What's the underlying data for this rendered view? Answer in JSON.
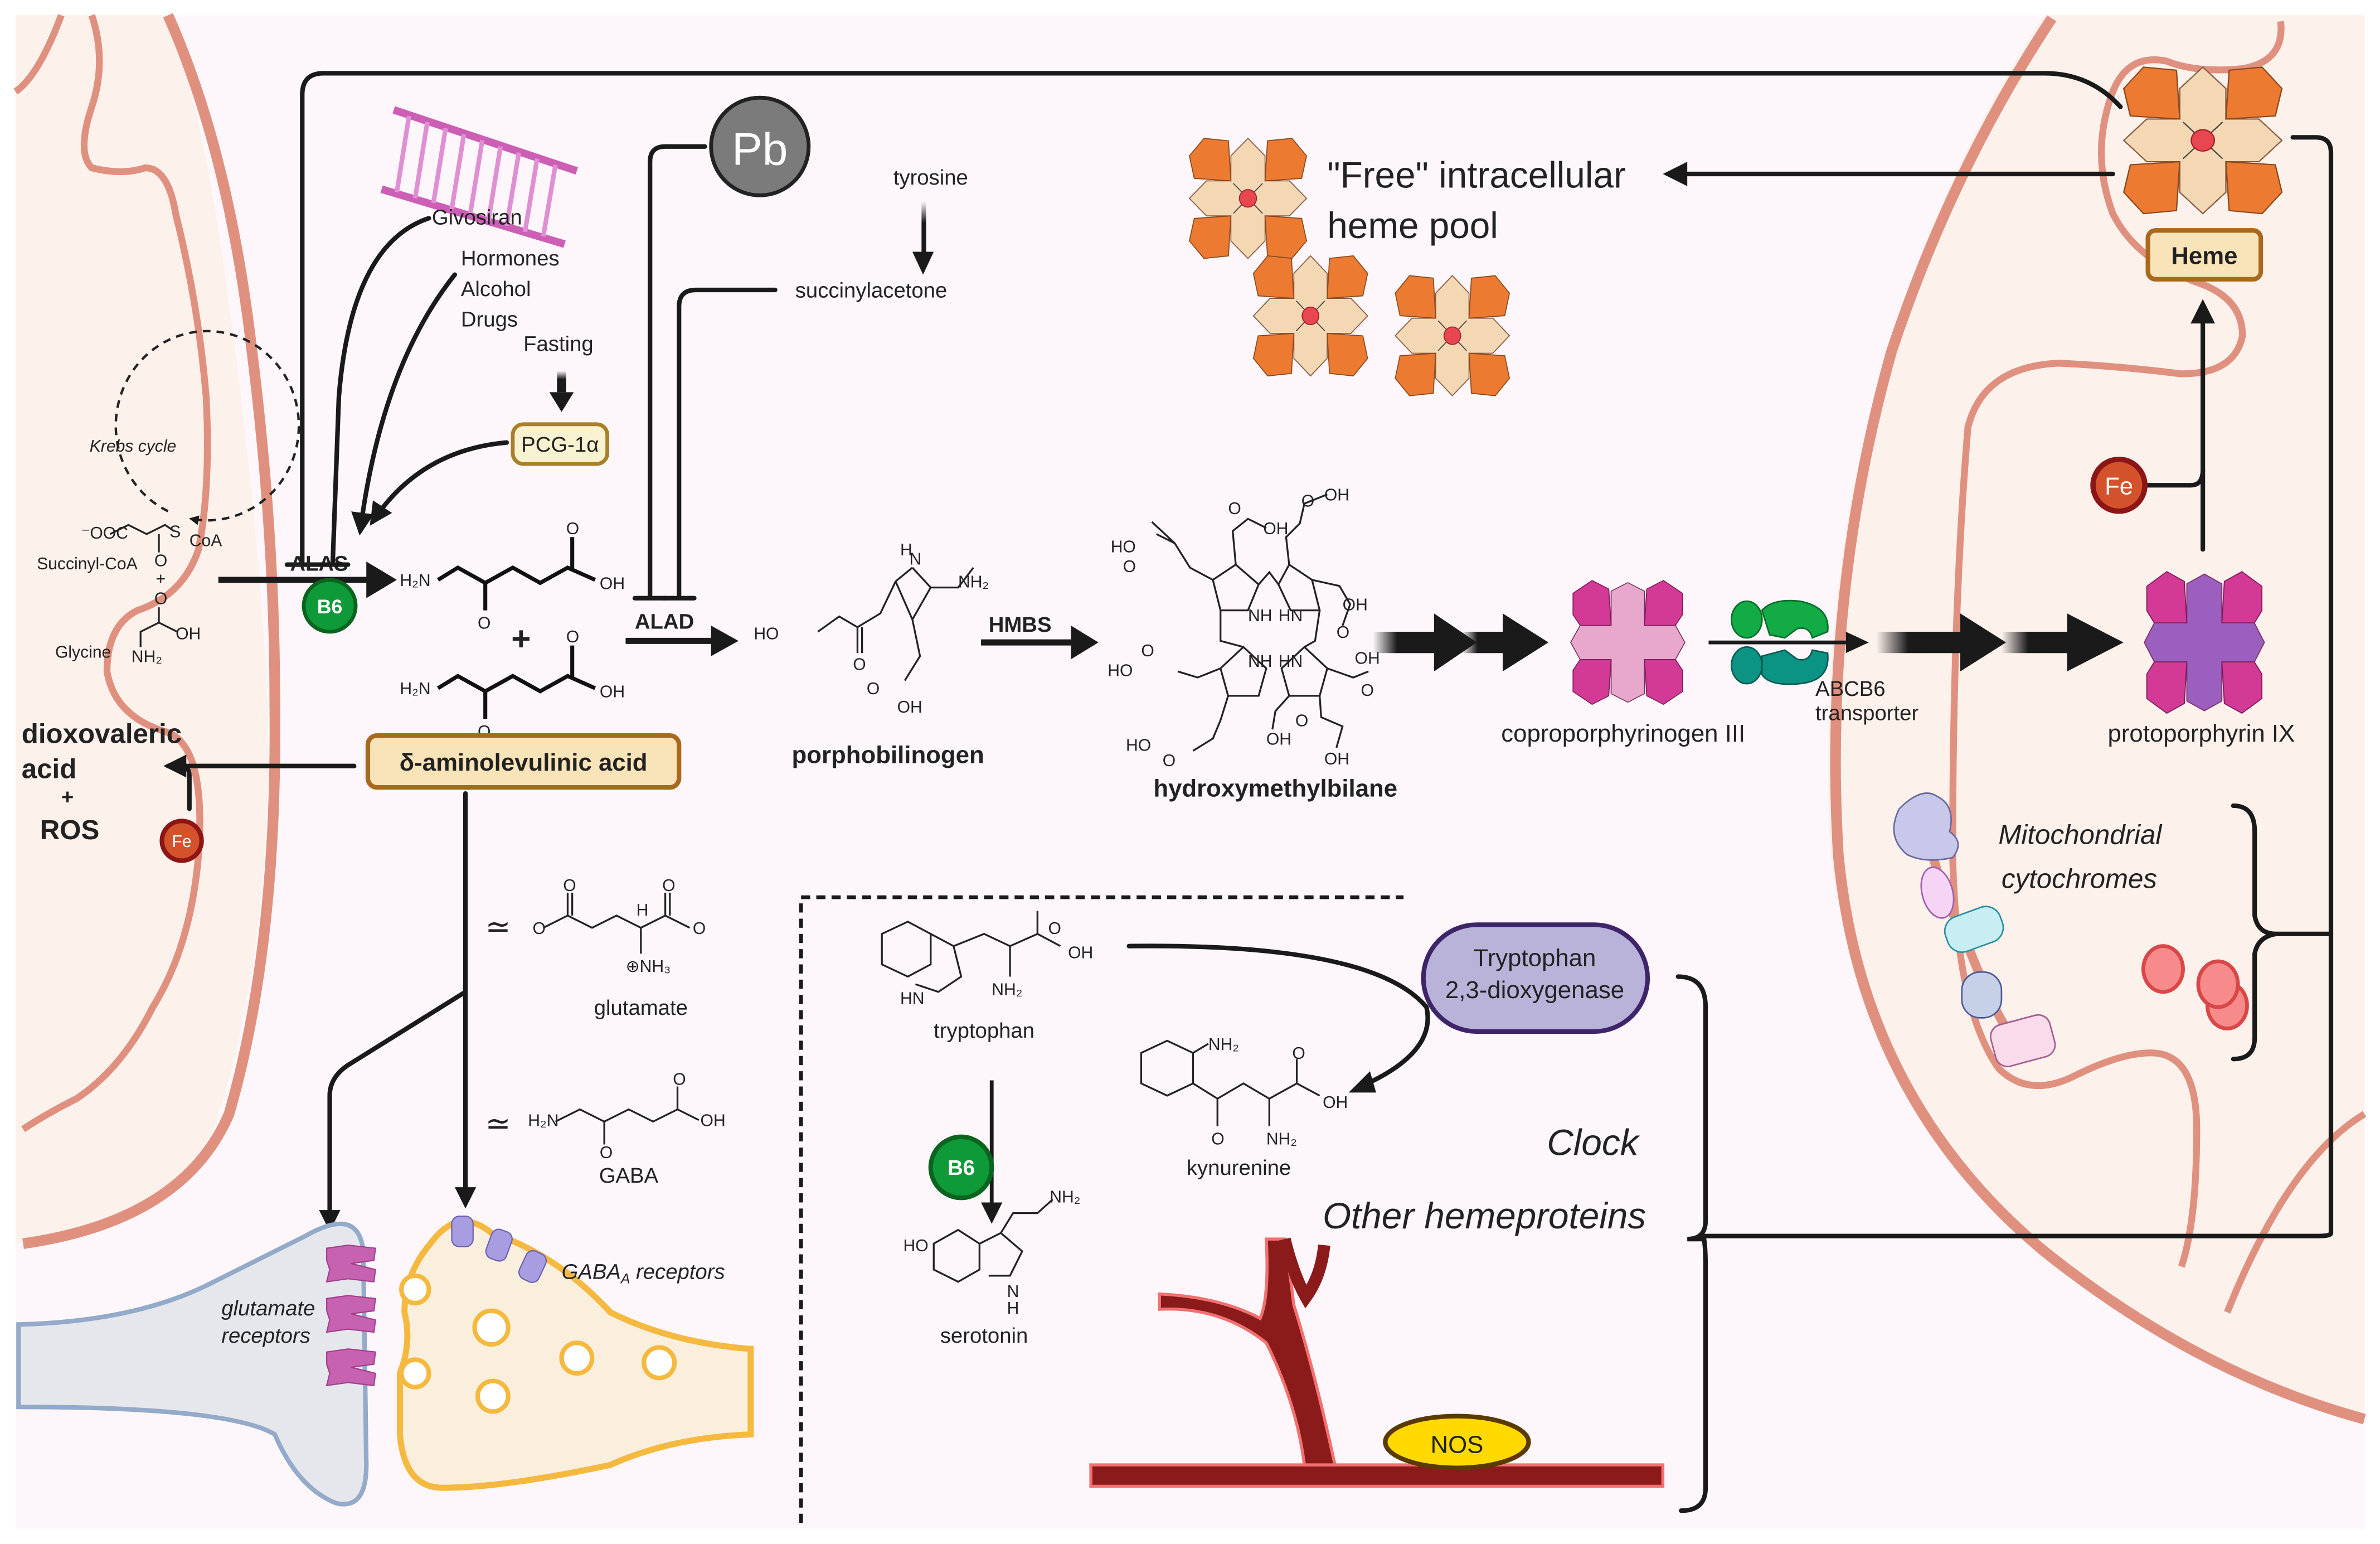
{
  "krebs": {
    "cycle_label": "Krebs cycle",
    "succinyl_label": "Succinyl-CoA",
    "succinyl_ooc": "⁻OOC",
    "succinyl_s": "S",
    "succinyl_coa": "CoA",
    "succinyl_o": "O",
    "plus": "+",
    "glycine_label": "Glycine",
    "glycine_oh": "OH",
    "glycine_o": "O",
    "glycine_nh2": "NH₂"
  },
  "regulators": {
    "givosiran": "Givosiran",
    "hormones": "Hormones",
    "alcohol": "Alcohol",
    "drugs": "Drugs",
    "fasting": "Fasting",
    "pcg": "PCG-1α",
    "pb": "Pb",
    "tyrosine": "tyrosine",
    "succinylacetone": "succinylacetone"
  },
  "enzymes": {
    "alas": "ALAS",
    "alad": "ALAD",
    "hmbs": "HMBS",
    "b6": "B6",
    "abcb6_line1": "ABCB6",
    "abcb6_line2": "transporter",
    "tdo_line1": "Tryptophan",
    "tdo_line2": "2,3-dioxygenase",
    "nos": "NOS"
  },
  "ala": {
    "h2n": "H₂N",
    "oh": "OH",
    "o": "O",
    "plus": "+",
    "label": "δ-aminolevulinic acid"
  },
  "side": {
    "dioxovaleric_line1": "dioxovaleric",
    "dioxovaleric_line2": "acid",
    "plus": "+",
    "ros": "ROS",
    "fe": "Fe",
    "approx": "≃"
  },
  "pbg": {
    "label": "porphobilinogen",
    "ho": "HO",
    "h": "H",
    "n": "N",
    "nh2": "NH₂",
    "o": "O",
    "oh": "OH"
  },
  "hmb": {
    "label": "hydroxymethylbilane",
    "nh": "NH",
    "hn": "HN",
    "oh": "OH",
    "ho": "HO",
    "o": "O"
  },
  "porphyrins": {
    "copro": "coproporphyrinogen III",
    "proto": "protoporphyrin IX"
  },
  "heme": {
    "label": "Heme",
    "fe": "Fe",
    "pool_line1": "\"Free\" intracellular",
    "pool_line2": "heme pool"
  },
  "cytochromes": {
    "line1": "Mitochondrial",
    "line2": "cytochromes"
  },
  "neuro": {
    "glutamate": "glutamate",
    "glutamate_nh3": "⊕NH₃",
    "glutamate_o": "O",
    "glutamate_h": "H",
    "gaba": "GABA",
    "gaba_h2n": "H₂N",
    "gaba_oh": "OH",
    "gaba_o": "O",
    "glutamate_receptors_line1": "glutamate",
    "glutamate_receptors_line2": "receptors",
    "gaba_receptors": "GABA",
    "gaba_receptors_sub": "A",
    "gaba_receptors_suffix": " receptors"
  },
  "tryptophan": {
    "tryptophan": "tryptophan",
    "kynurenine": "kynurenine",
    "serotonin": "serotonin",
    "oh": "OH",
    "o": "O",
    "nh2": "NH₂",
    "hn": "HN",
    "ho": "HO",
    "n": "N",
    "h": "H",
    "b6": "B6"
  },
  "hemeproteins": {
    "clock": "Clock",
    "other": "Other hemeproteins"
  },
  "colors": {
    "background": "#fdf7fb",
    "mito_fill": "#fdf1ec",
    "membrane": "#e0907e",
    "heme_orange": "#ec7a30",
    "heme_beige": "#f4d8b4",
    "heme_iron": "#e8474f",
    "porph_magenta": "#d23a95",
    "copro_center": "#e8a8cc",
    "proto_center": "#9b5fc0",
    "b6_green": "#0f9a3a",
    "fe_red": "#d4522b",
    "label_box": "#f8e4b8",
    "label_border": "#a8691e",
    "pb_grey": "#7b7b7b",
    "tdo_purple": "#b9b2d9",
    "nos_yellow": "#ffd900",
    "vessel": "#8b1a1a"
  }
}
